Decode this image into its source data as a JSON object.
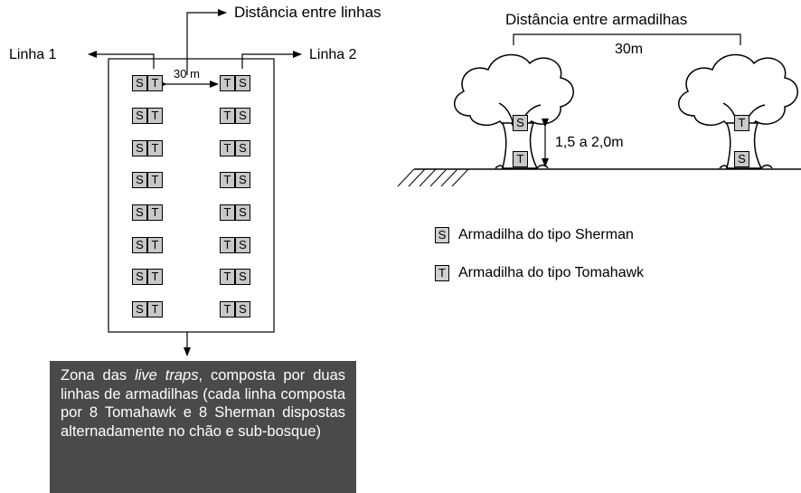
{
  "labels": {
    "line_distance": "Distância entre linhas",
    "trap_distance": "Distância entre armadilhas",
    "line1": "Linha 1",
    "line2": "Linha 2",
    "spacing_lines": "30 m",
    "spacing_traps": "30m",
    "height": "1,5 a 2,0m"
  },
  "trap_letters": {
    "sherman": "S",
    "tomahawk": "T"
  },
  "legend": [
    {
      "symbol": "S",
      "text": "Armadilha do tipo Sherman"
    },
    {
      "symbol": "T",
      "text": "Armadilha do tipo Tomahawk"
    }
  ],
  "note": {
    "part1": "Zona das ",
    "italic": "live traps",
    "part2": ", composta por duas linhas de armadilhas (cada linha composta por 8 Tomahawk e 8 Sherman dispostas alternadamente no chão e sub-bosque)"
  },
  "colors": {
    "note_bg": "#4a4a4a",
    "trap_fill": "#c8c8c8"
  }
}
